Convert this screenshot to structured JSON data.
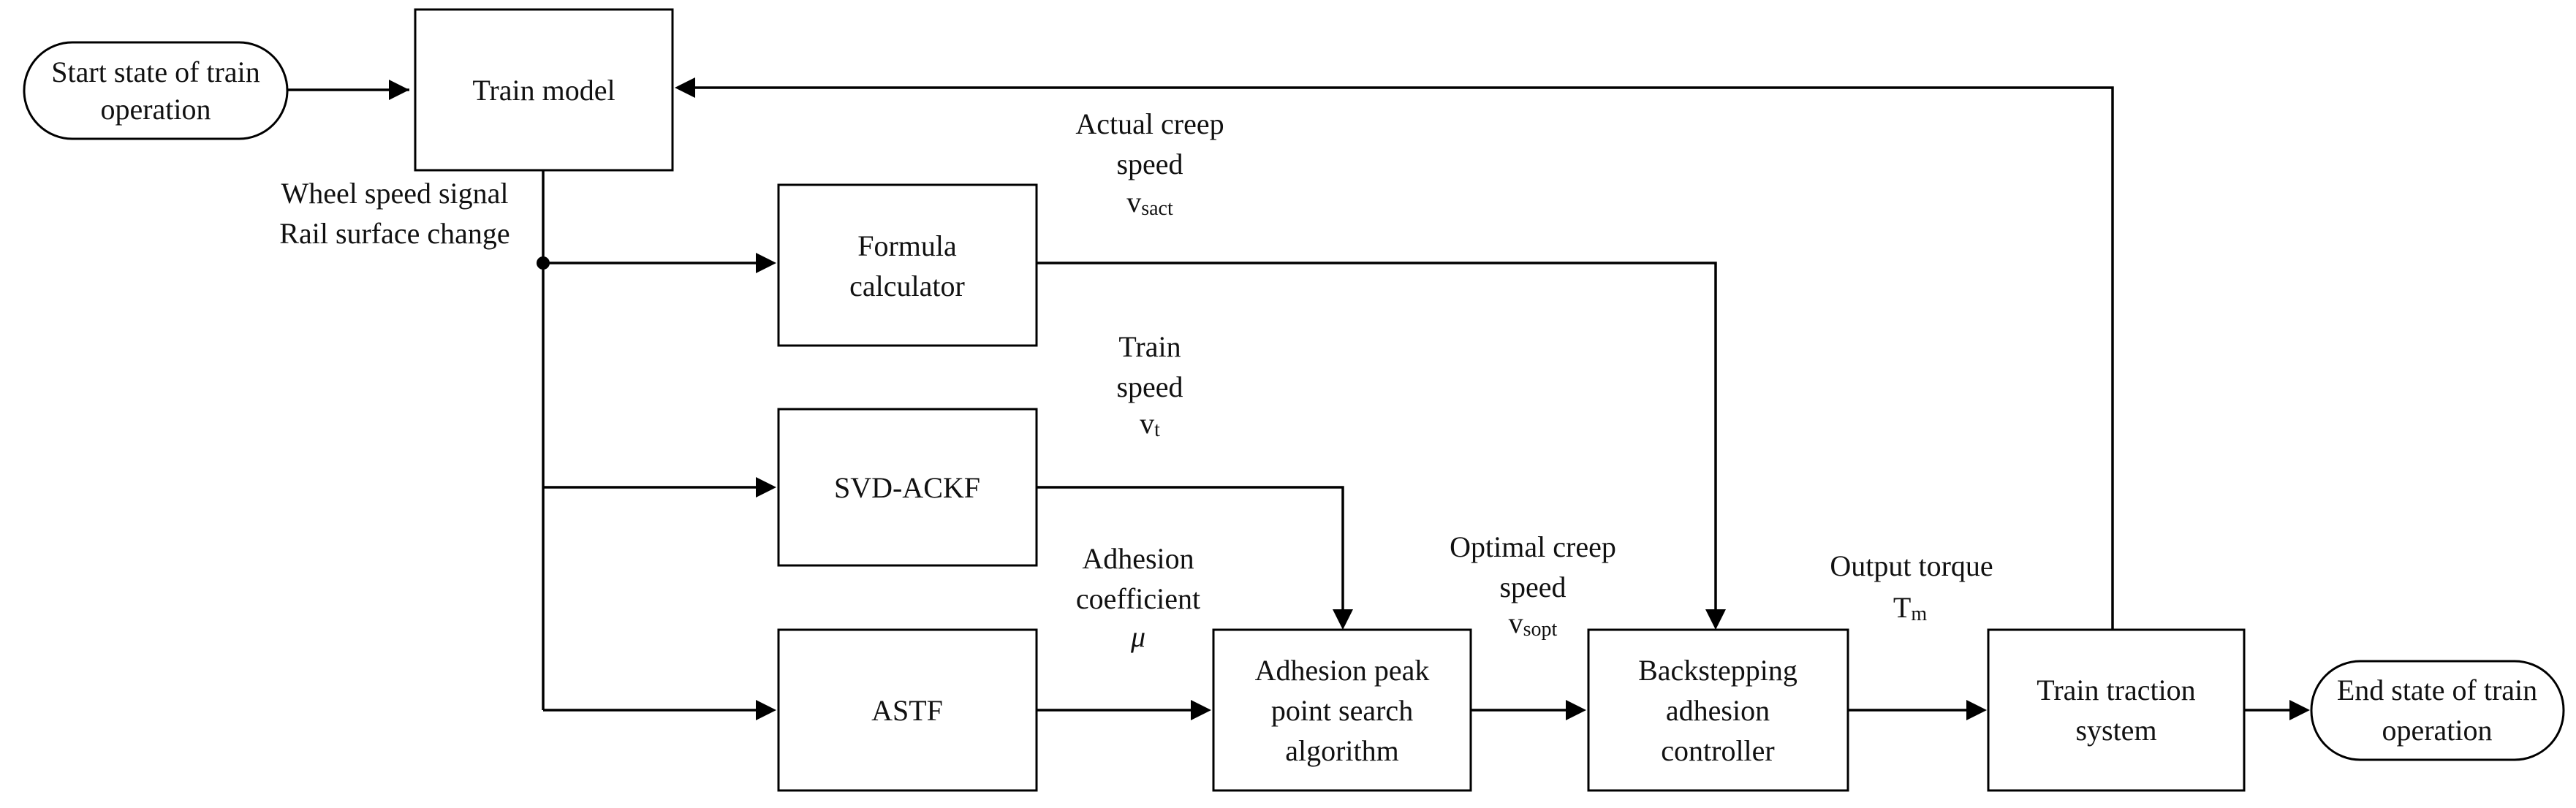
{
  "nodes": {
    "start": {
      "lines": [
        "Start state of train",
        "operation"
      ]
    },
    "train_model": {
      "lines": [
        "Train model"
      ]
    },
    "formula": {
      "lines": [
        "Formula",
        "calculator"
      ]
    },
    "svd": {
      "lines": [
        "SVD-ACKF"
      ]
    },
    "astf": {
      "lines": [
        "ASTF"
      ]
    },
    "search": {
      "lines": [
        "Adhesion peak",
        "point search",
        "algorithm"
      ]
    },
    "controller": {
      "lines": [
        "Backstepping",
        "adhesion",
        "controller"
      ]
    },
    "traction": {
      "lines": [
        "Train traction",
        "system"
      ]
    },
    "end": {
      "lines": [
        "End state of train",
        "operation"
      ]
    }
  },
  "labels": {
    "wheel_signal": {
      "lines": [
        "Wheel speed signal",
        "Rail surface change"
      ]
    },
    "actual_creep": {
      "lines": [
        "Actual creep",
        "speed"
      ],
      "symbol": "v",
      "subscript": "sact"
    },
    "train_speed": {
      "lines": [
        "Train",
        "speed"
      ],
      "symbol": "v",
      "subscript": "t"
    },
    "adhesion_coef": {
      "lines": [
        "Adhesion",
        "coefficient"
      ],
      "symbol": "μ"
    },
    "optimal_creep": {
      "lines": [
        "Optimal creep",
        "speed"
      ],
      "symbol": "v",
      "subscript": "sopt"
    },
    "output_torque": {
      "lines": [
        "Output torque"
      ],
      "symbol": "T",
      "subscript": "m"
    }
  }
}
